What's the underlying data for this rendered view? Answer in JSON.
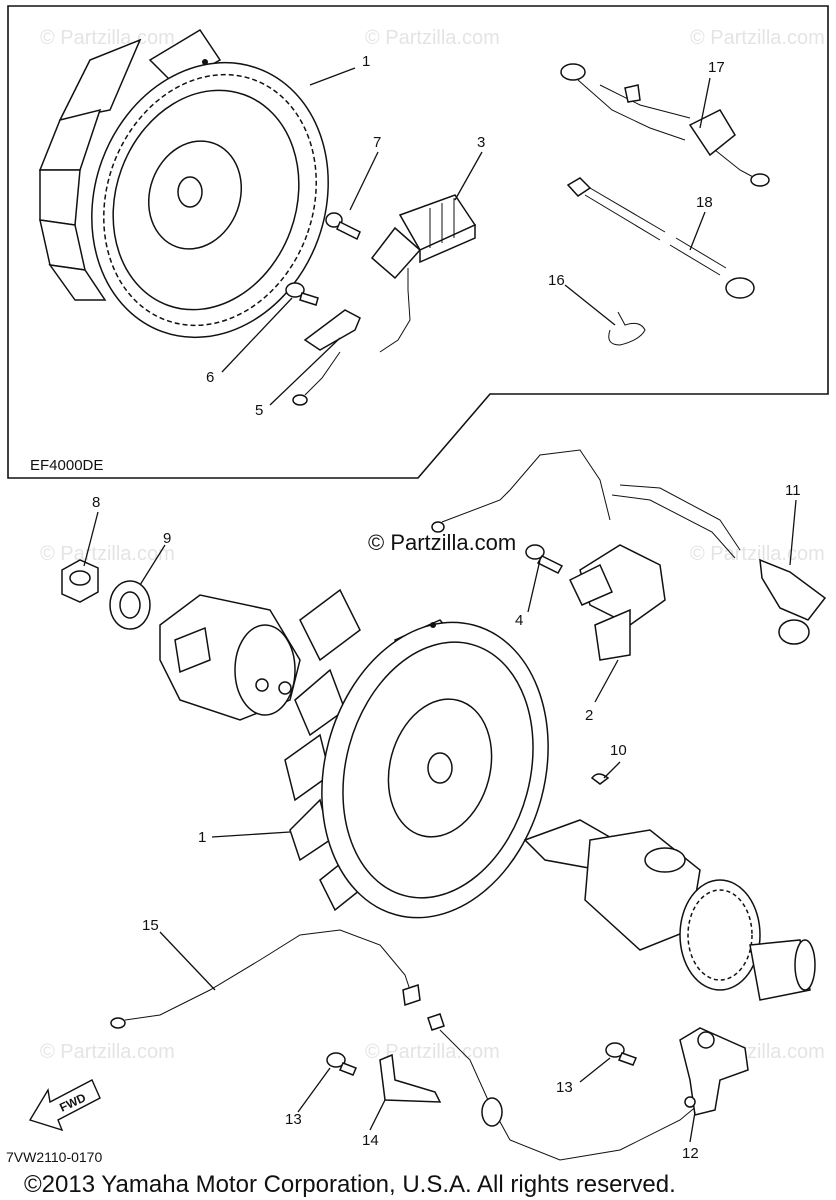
{
  "watermark_text": "© Partzilla.com",
  "center_watermark": "© Partzilla.com",
  "inset_label": "EF4000DE",
  "diagram_code": "7VW2110-0170",
  "fwd_label": "FWD",
  "copyright": "©2013 Yamaha Motor Corporation, U.S.A. All rights reserved.",
  "callouts": {
    "c1_top": "1",
    "c7": "7",
    "c3": "3",
    "c17": "17",
    "c18": "18",
    "c16": "16",
    "c6": "6",
    "c5": "5",
    "c8": "8",
    "c9": "9",
    "c11": "11",
    "c4": "4",
    "c2": "2",
    "c10": "10",
    "c1_bottom": "1",
    "c15": "15",
    "c13_left": "13",
    "c14": "14",
    "c13_right": "13",
    "c12": "12"
  }
}
